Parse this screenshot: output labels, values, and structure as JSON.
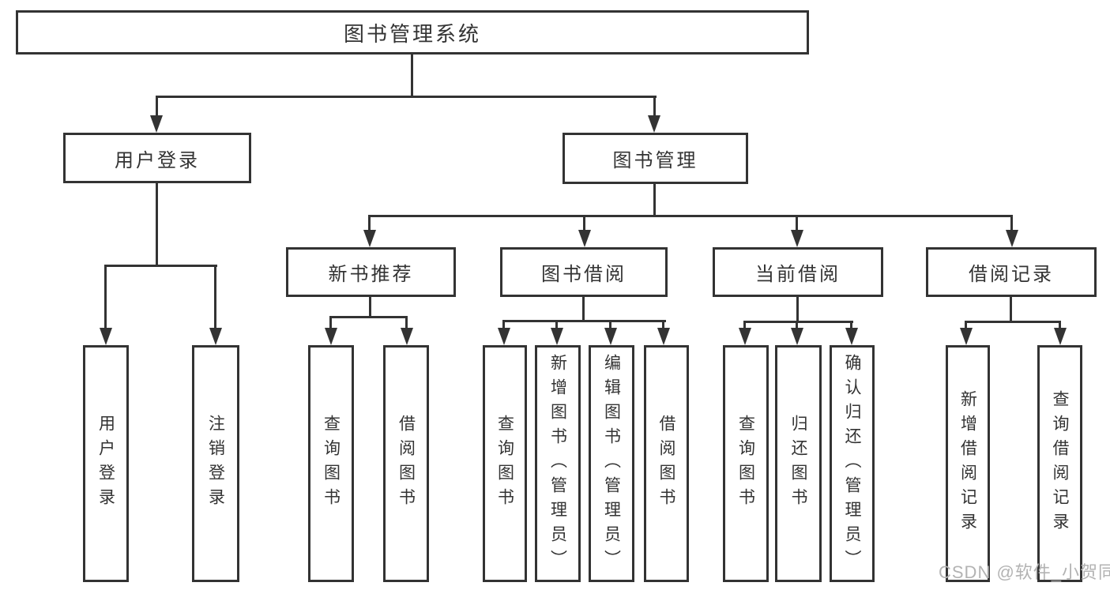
{
  "diagram": {
    "root": {
      "label": "图书管理系统"
    },
    "level1": [
      {
        "label": "用户登录"
      },
      {
        "label": "图书管理"
      }
    ],
    "level2": [
      {
        "label": "新书推荐"
      },
      {
        "label": "图书借阅"
      },
      {
        "label": "当前借阅"
      },
      {
        "label": "借阅记录"
      }
    ],
    "leaves": [
      {
        "label": "用户登录"
      },
      {
        "label": "注销登录"
      },
      {
        "label": "查询图书"
      },
      {
        "label": "借阅图书"
      },
      {
        "label": "查询图书"
      },
      {
        "label": "新增图书（管理员）"
      },
      {
        "label": "编辑图书（管理员）"
      },
      {
        "label": "借阅图书"
      },
      {
        "label": "查询图书"
      },
      {
        "label": "归还图书"
      },
      {
        "label": "确认归还（管理员）"
      },
      {
        "label": "新增借阅记录"
      },
      {
        "label": "查询借阅记录"
      }
    ],
    "watermark": "CSDN @软件_小贺同学",
    "colors": {
      "line": "#333333",
      "text": "#333333",
      "background": "#ffffff",
      "watermark": "#b3b3b3"
    }
  }
}
